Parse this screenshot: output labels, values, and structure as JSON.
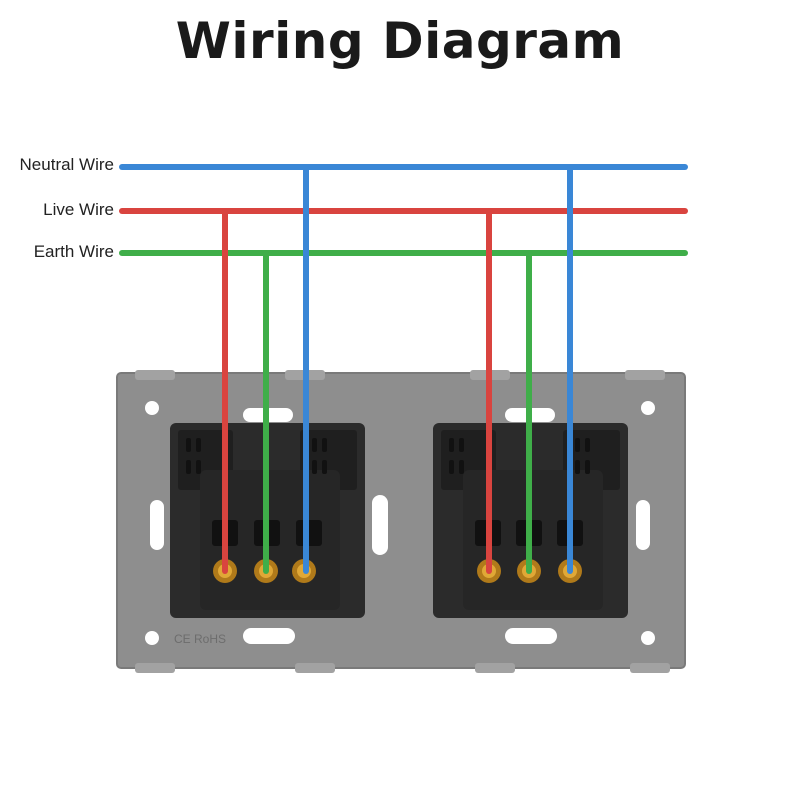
{
  "title": "Wiring Diagram",
  "wires": [
    {
      "label": "Neutral Wire",
      "color": "#3a87d6"
    },
    {
      "label": "Live Wire",
      "color": "#d9443f"
    },
    {
      "label": "Earth Wire",
      "color": "#3fae49"
    }
  ],
  "plate": {
    "color": "#8c8c8c",
    "marking": "CE RoHS"
  },
  "socket_modules": [
    {
      "terminals": [
        "Live Wire",
        "Earth Wire",
        "Neutral Wire"
      ]
    },
    {
      "terminals": [
        "Live Wire",
        "Earth Wire",
        "Neutral Wire"
      ]
    }
  ]
}
